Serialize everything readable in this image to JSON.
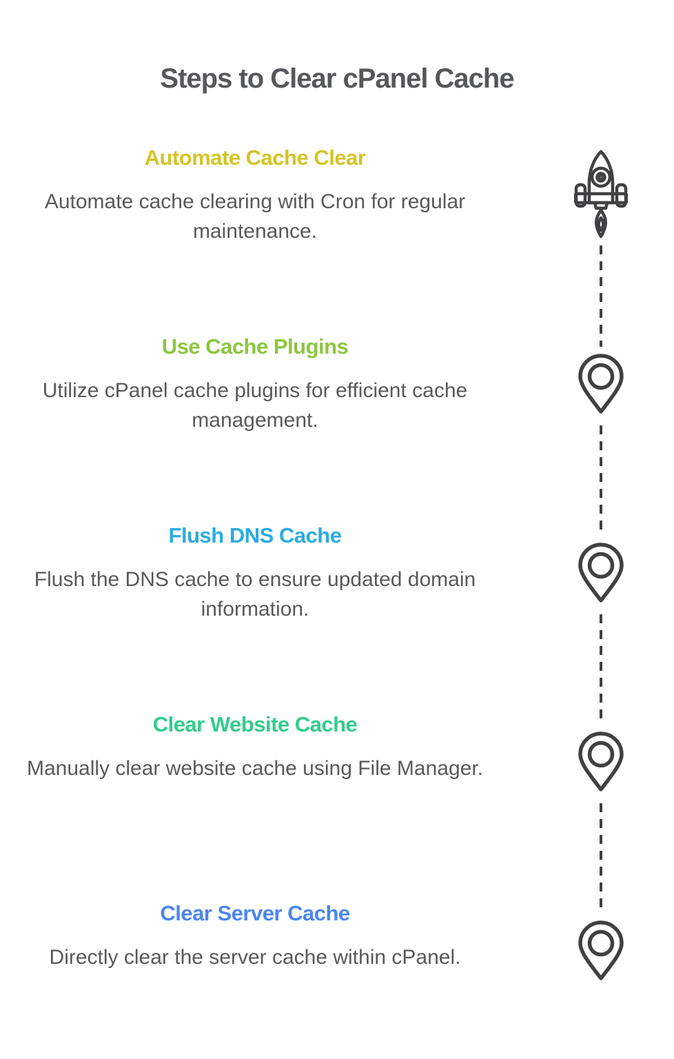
{
  "title": "Steps to Clear cPanel Cache",
  "colors": {
    "title_text": "#56575A",
    "body_text": "#58595B",
    "icon_stroke": "#414042",
    "background": "#FFFFFF"
  },
  "timeline": {
    "style": "vertical-dashed-line",
    "line_color": "#414042",
    "icons": [
      "rocket-icon",
      "location-pin-icon",
      "location-pin-icon",
      "location-pin-icon",
      "location-pin-icon"
    ]
  },
  "steps": [
    {
      "heading": "Automate Cache Clear",
      "heading_color": "#D4C426",
      "description": "Automate cache clearing with Cron for regular maintenance.",
      "icon": "rocket-icon"
    },
    {
      "heading": "Use Cache Plugins",
      "heading_color": "#8CC63F",
      "description": "Utilize cPanel cache plugins for efficient cache management.",
      "icon": "location-pin-icon"
    },
    {
      "heading": "Flush DNS Cache",
      "heading_color": "#29ABE2",
      "description": "Flush the DNS cache to ensure updated domain information.",
      "icon": "location-pin-icon"
    },
    {
      "heading": "Clear Website Cache",
      "heading_color": "#33CC8C",
      "description": "Manually clear website cache using File Manager.",
      "icon": "location-pin-icon"
    },
    {
      "heading": "Clear Server Cache",
      "heading_color": "#4A86F2",
      "description": "Directly clear the server cache within cPanel.",
      "icon": "location-pin-icon"
    }
  ]
}
